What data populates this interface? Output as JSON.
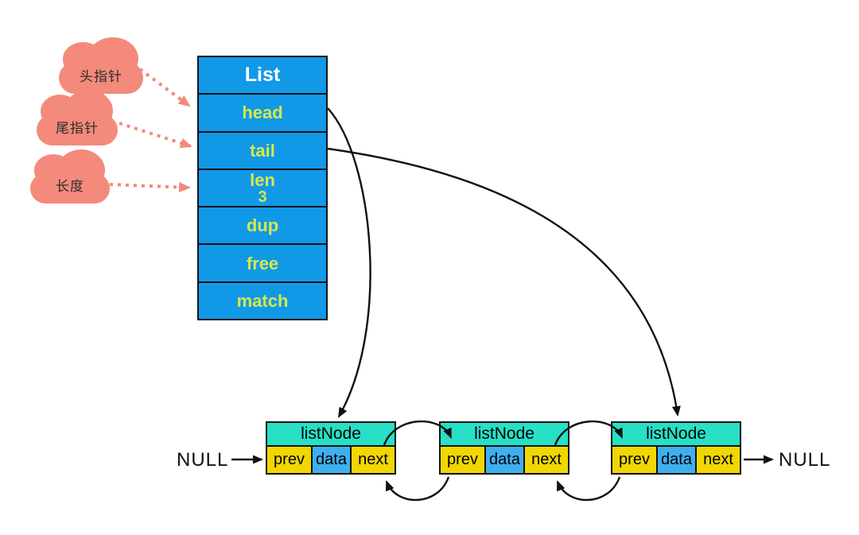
{
  "clouds": [
    {
      "label": "头指针"
    },
    {
      "label": "尾指针"
    },
    {
      "label": "长度"
    }
  ],
  "list_table": {
    "title": "List",
    "rows": [
      {
        "label": "head"
      },
      {
        "label": "tail"
      },
      {
        "label": "len",
        "value": "3"
      },
      {
        "label": "dup"
      },
      {
        "label": "free"
      },
      {
        "label": "match"
      }
    ]
  },
  "nodes": [
    {
      "title": "listNode",
      "cells": [
        "prev",
        "data",
        "next"
      ]
    },
    {
      "title": "listNode",
      "cells": [
        "prev",
        "data",
        "next"
      ]
    },
    {
      "title": "listNode",
      "cells": [
        "prev",
        "data",
        "next"
      ]
    }
  ],
  "null_labels": {
    "left": "NULL",
    "right": "NULL"
  },
  "colors": {
    "struct_blue": "#1199E8",
    "field_text": "#D6E84C",
    "title_text": "#FFFFFF",
    "node_header_cyan": "#27E0C6",
    "pointer_cell_yellow": "#F1D702",
    "data_cell_blue": "#3FAFF0",
    "cloud_pink": "#F48A7C",
    "arrow_black": "#111111"
  }
}
